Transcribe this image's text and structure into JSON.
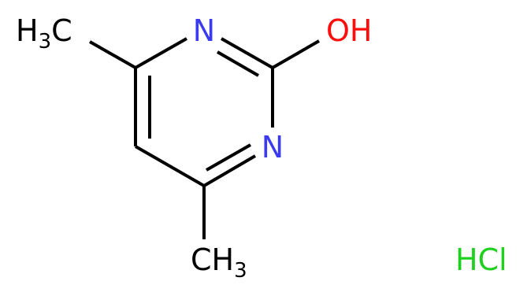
{
  "molecule": {
    "atoms": {
      "n_top": {
        "text": "N",
        "color": "#3a3af0"
      },
      "n_bottom": {
        "text": "N",
        "color": "#3a3af0"
      },
      "oh": {
        "text": "OH",
        "color": "#ff0d0d"
      },
      "methyl_top": {
        "main": "H",
        "sub": "3",
        "tail": "C",
        "color": "#000000"
      },
      "methyl_bottom": {
        "main": "CH",
        "sub": "3",
        "color": "#000000"
      }
    },
    "salt": {
      "text": "HCl",
      "color": "#1fd01f"
    }
  }
}
